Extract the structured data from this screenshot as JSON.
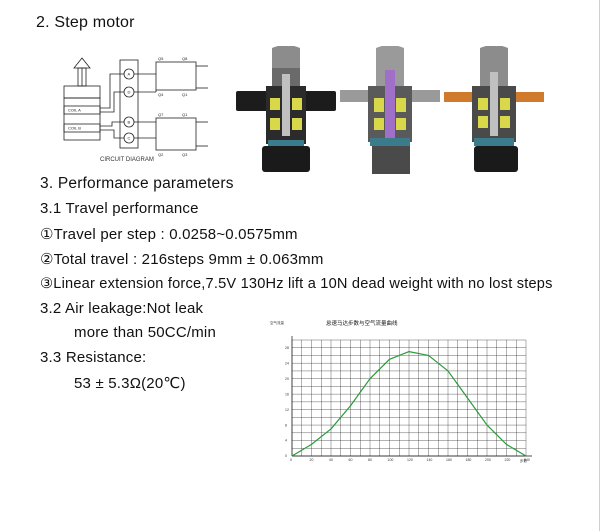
{
  "section2": {
    "title": "2.  Step motor"
  },
  "circuit": {
    "caption": "CIRCUIT DIAGRAM",
    "coil_a": "COIL A",
    "coil_b": "COIL B",
    "pins": [
      "A",
      "D",
      "B",
      "C"
    ],
    "q_top": [
      "Q5",
      "Q8"
    ],
    "q_mid": [
      "Q4",
      "Q1"
    ],
    "q_bot_top": [
      "Q7",
      "Q1"
    ],
    "q_bot": [
      "Q2",
      "Q3"
    ]
  },
  "section3": {
    "title": "3.   Performance parameters",
    "s31": "3.1 Travel performance",
    "line1": "①Travel per step : 0.0258~0.0575mm",
    "line2": "②Total travel : 216steps  9mm ± 0.063mm",
    "line3": "③Linear extension force,7.5V 130Hz lift a 10N dead weight with no lost steps",
    "s32_a": "3.2  Air leakage:Not leak",
    "s32_b": "more than 50CC/min",
    "s33": "3.3  Resistance:",
    "s33_value": "53 ± 5.3Ω(20℃)"
  },
  "chart_data": {
    "type": "line",
    "title": "怠速马达步数与空气流量曲线",
    "ylabel": "空气流量",
    "xlabel": "步数",
    "x": [
      0,
      20,
      40,
      60,
      80,
      100,
      120,
      140,
      160,
      180,
      200,
      220,
      240
    ],
    "values": [
      0,
      3,
      7,
      13,
      20,
      25,
      27,
      26,
      22,
      15,
      8,
      3,
      0
    ],
    "ylim": [
      0,
      30
    ],
    "xlim": [
      0,
      240
    ],
    "grid": true,
    "line_color": "#2a9a3a"
  }
}
